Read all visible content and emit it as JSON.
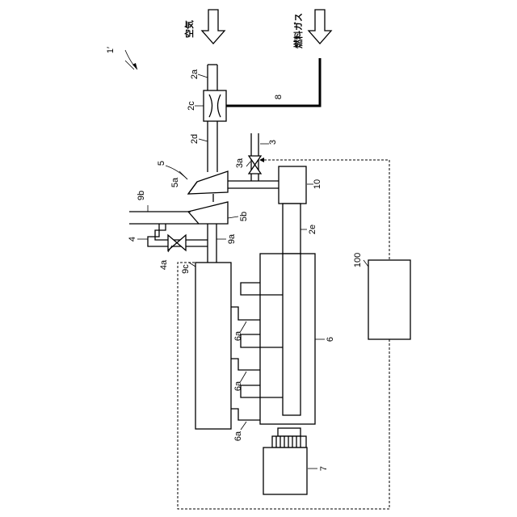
{
  "inputs": {
    "air": "空気",
    "fuel_gas": "燃料ガス"
  },
  "labels": {
    "system": "1′",
    "pipe_2a": "2a",
    "mixer_2c": "2c",
    "pipe_2d": "2d",
    "pipe_2e": "2e",
    "fuel_line_8": "8",
    "branch_3": "3",
    "valve_3a": "3a",
    "turbocharger_5": "5",
    "compressor_5a": "5a",
    "turbine_5b": "5b",
    "bypass_4": "4",
    "valve_4a": "4a",
    "exhaust_9a": "9a",
    "exhaust_9b": "9b",
    "manifold_9c": "9c",
    "cylinder_6a_1": "6a",
    "cylinder_6a_2": "6a",
    "cylinder_6a_3": "6a",
    "engine_6": "6",
    "generator_7": "7",
    "cooler_10": "10",
    "controller_100": "100"
  }
}
